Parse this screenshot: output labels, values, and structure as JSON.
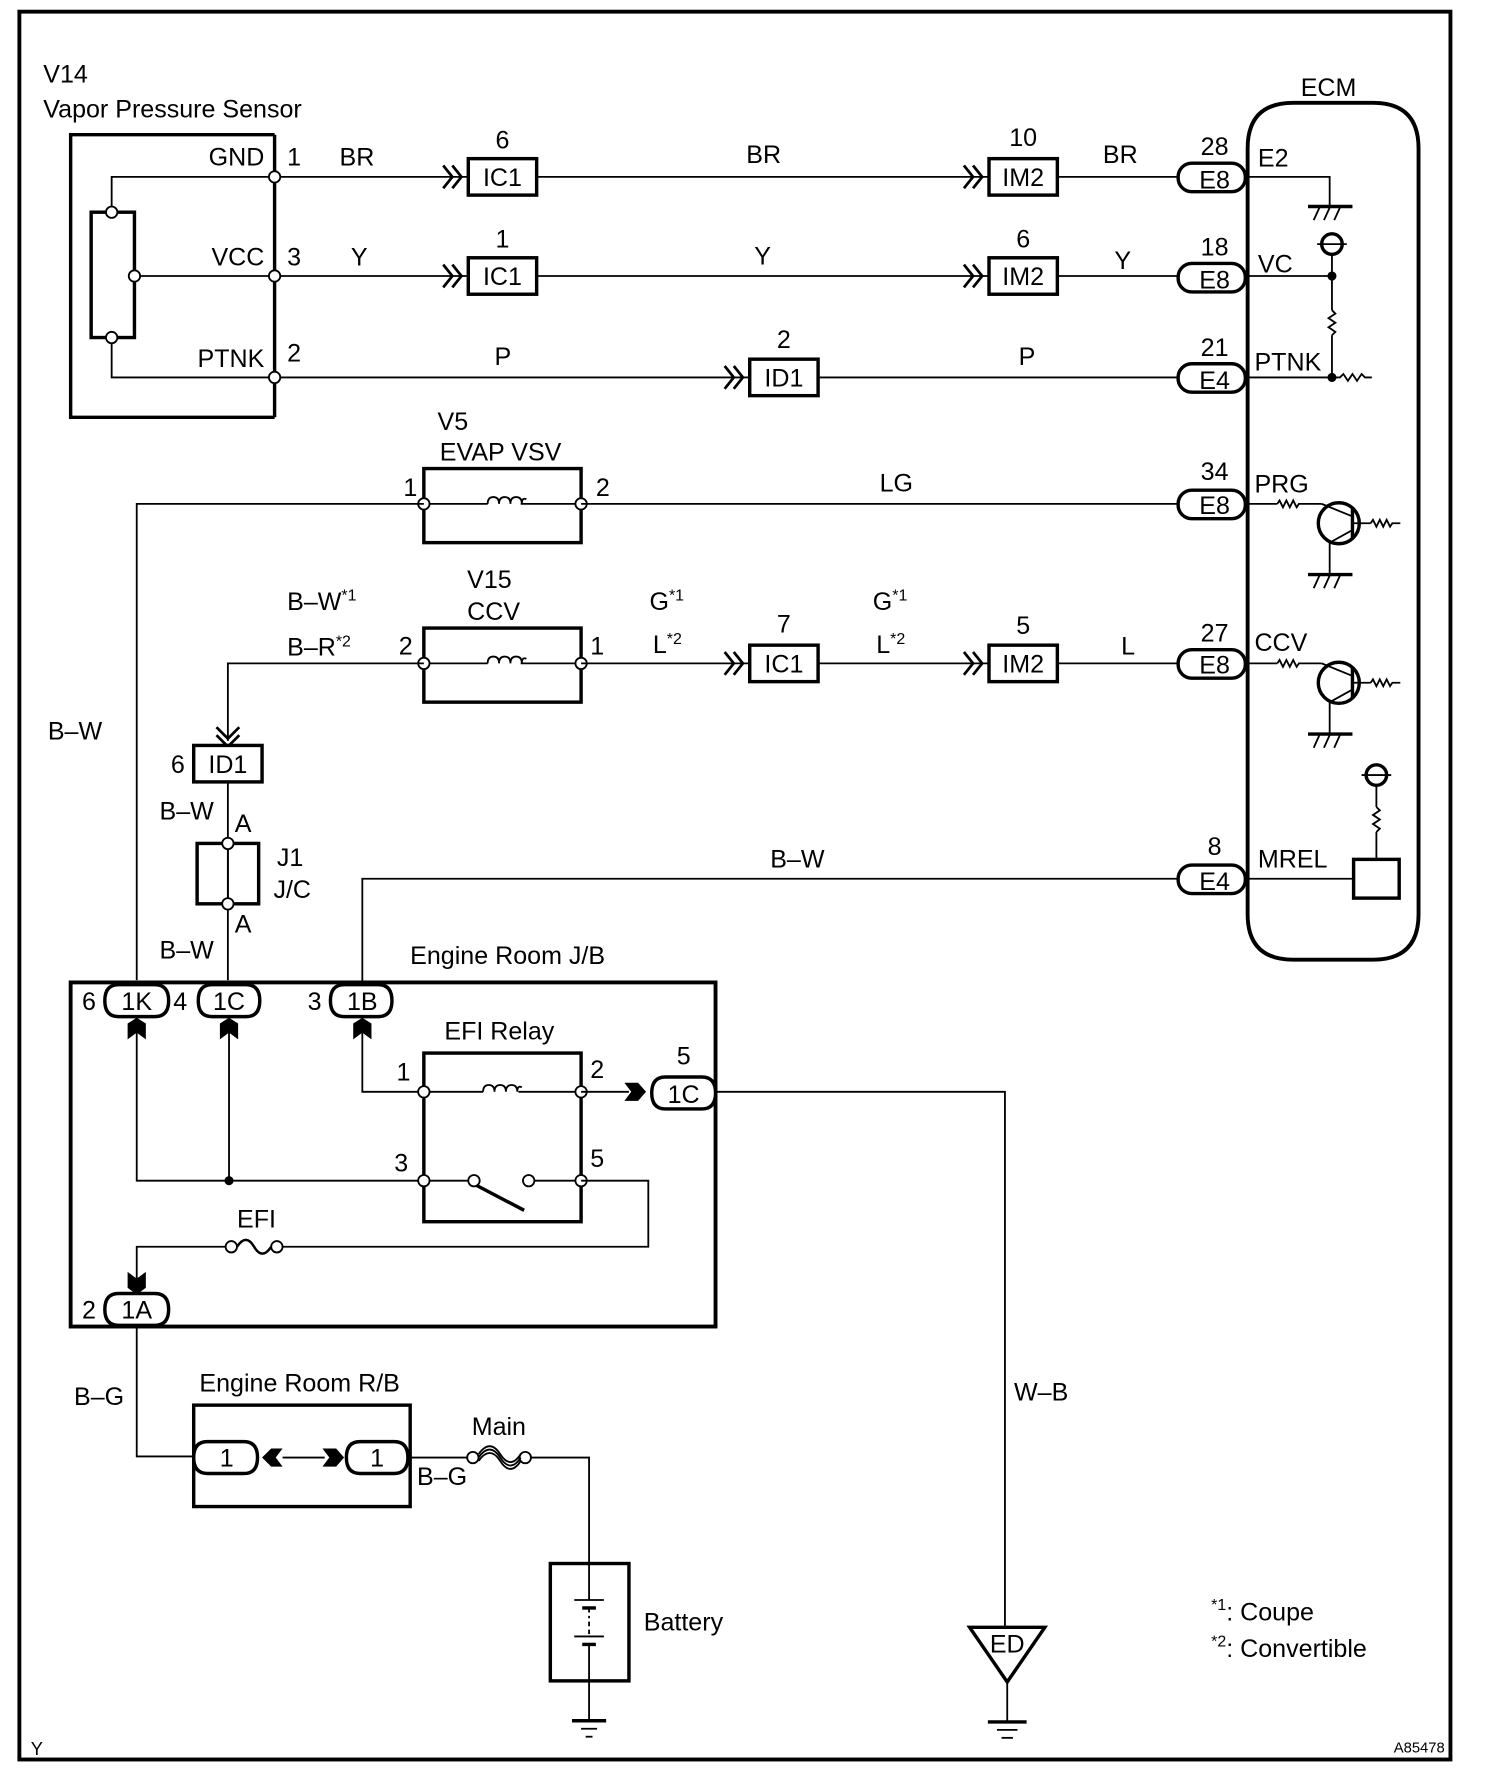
{
  "diagram": {
    "drawing_id": "A85478",
    "corner_mark": "Y",
    "notes": [
      {
        "mark": "*1",
        "text": ": Coupe"
      },
      {
        "mark": "*2",
        "text": ": Convertible"
      }
    ]
  },
  "components": {
    "v14": {
      "code": "V14",
      "name": "Vapor Pressure Sensor",
      "pins": [
        {
          "label": "GND",
          "num": "1"
        },
        {
          "label": "VCC",
          "num": "3"
        },
        {
          "label": "PTNK",
          "num": "2"
        }
      ]
    },
    "v5": {
      "code": "V5",
      "name": "EVAP VSV",
      "pin_left": "1",
      "pin_right": "2"
    },
    "v15": {
      "code": "V15",
      "name": "CCV",
      "pin_left": "2",
      "pin_right": "1"
    },
    "j1": {
      "code": "J1",
      "name": "J/C",
      "pin_top": "A",
      "pin_bottom": "A"
    },
    "ecm": {
      "name": "ECM",
      "terminals": [
        {
          "pin": "28",
          "conn": "E8",
          "name": "E2"
        },
        {
          "pin": "18",
          "conn": "E8",
          "name": "VC"
        },
        {
          "pin": "21",
          "conn": "E4",
          "name": "PTNK"
        },
        {
          "pin": "34",
          "conn": "E8",
          "name": "PRG"
        },
        {
          "pin": "27",
          "conn": "E8",
          "name": "CCV"
        },
        {
          "pin": "8",
          "conn": "E4",
          "name": "MREL"
        }
      ]
    },
    "engine_room_jb": {
      "name": "Engine Room J/B",
      "connectors": [
        {
          "pin": "6",
          "conn": "1K"
        },
        {
          "pin": "4",
          "conn": "1C"
        },
        {
          "pin": "3",
          "conn": "1B"
        },
        {
          "pin": "5",
          "conn": "1C"
        },
        {
          "pin": "2",
          "conn": "1A"
        }
      ],
      "relay": {
        "name": "EFI Relay",
        "pins": [
          "1",
          "2",
          "3",
          "5"
        ]
      },
      "fuse": "EFI"
    },
    "engine_room_rb": {
      "name": "Engine Room R/B",
      "left_pin": "1",
      "right_pin": "1"
    },
    "main_fuse": "Main",
    "battery": "Battery",
    "ground": "ED"
  },
  "inline_connectors": [
    {
      "pin": "6",
      "conn": "IC1"
    },
    {
      "pin": "10",
      "conn": "IM2"
    },
    {
      "pin": "1",
      "conn": "IC1"
    },
    {
      "pin": "6",
      "conn": "IM2"
    },
    {
      "pin": "2",
      "conn": "ID1"
    },
    {
      "pin": "7",
      "conn": "IC1"
    },
    {
      "pin": "5",
      "conn": "IM2"
    },
    {
      "pin": "6",
      "conn": "ID1"
    }
  ],
  "wires": {
    "gnd": [
      "BR",
      "BR",
      "BR"
    ],
    "vcc": [
      "Y",
      "Y",
      "Y"
    ],
    "ptnk": [
      "P",
      "P"
    ],
    "prg": "LG",
    "ccv_left": {
      "a": "B–W",
      "a_mark": "*1",
      "b": "B–R",
      "b_mark": "*2"
    },
    "ccv_mid1": {
      "a": "G",
      "a_mark": "*1",
      "b": "L",
      "b_mark": "*2"
    },
    "ccv_mid2": {
      "a": "G",
      "a_mark": "*1",
      "b": "L",
      "b_mark": "*2"
    },
    "ccv_right": "L",
    "bw_left": "B–W",
    "bw_id1": "B–W",
    "bw_j1": "B–W",
    "mrel": "B–W",
    "bg_top": "B–G",
    "bg_fuse": "B–G",
    "wb_ground": "W–B"
  }
}
